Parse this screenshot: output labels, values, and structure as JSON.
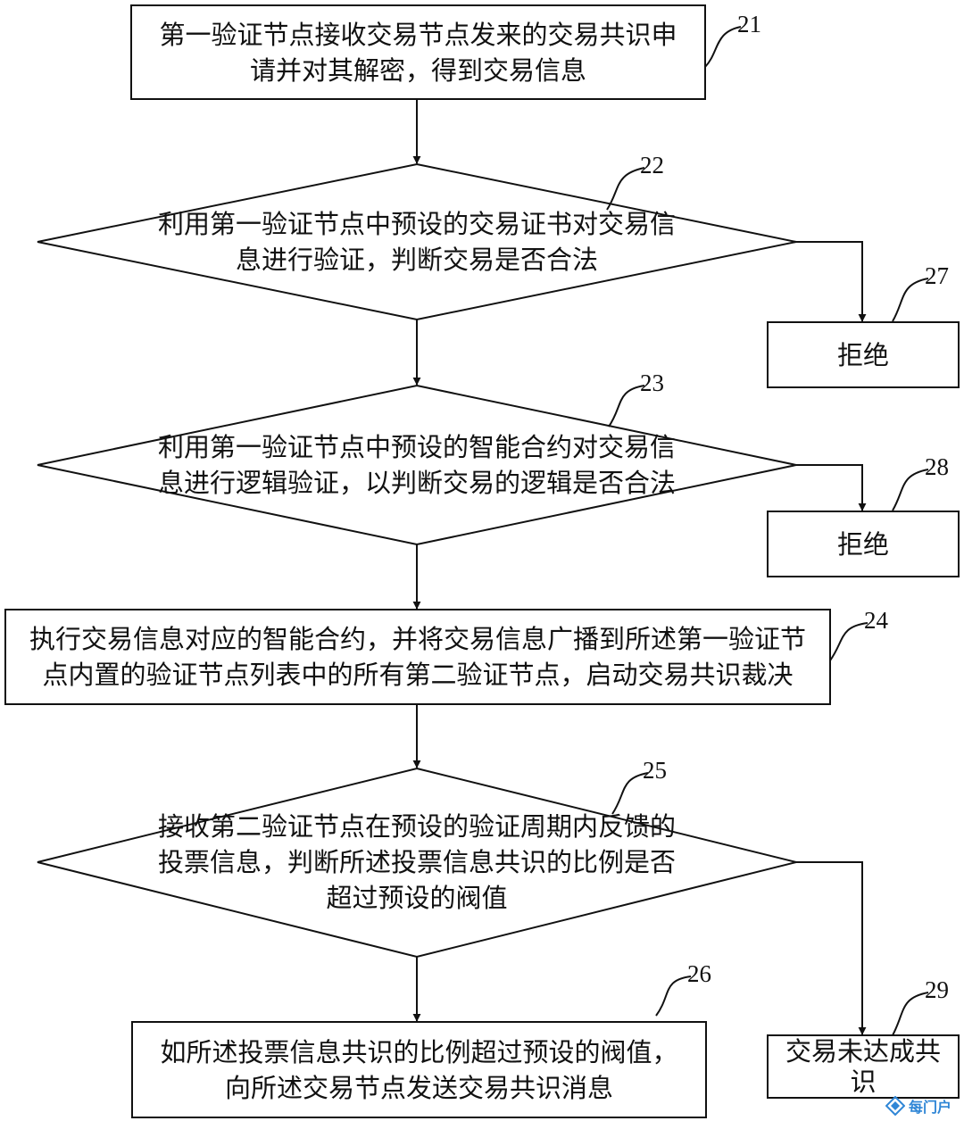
{
  "steps": {
    "s21": {
      "label": "21",
      "lines": [
        "第一验证节点接收交易节点发来的交易共识申",
        "请并对其解密，得到交易信息"
      ]
    },
    "s22": {
      "label": "22",
      "lines": [
        "利用第一验证节点中预设的交易证书对交易信",
        "息进行验证，判断交易是否合法"
      ]
    },
    "s23": {
      "label": "23",
      "lines": [
        "利用第一验证节点中预设的智能合约对交易信",
        "息进行逻辑验证，以判断交易的逻辑是否合法"
      ]
    },
    "s24": {
      "label": "24",
      "lines": [
        "执行交易信息对应的智能合约，并将交易信息广播到所述第一验证节",
        "点内置的验证节点列表中的所有第二验证节点，启动交易共识裁决"
      ]
    },
    "s25": {
      "label": "25",
      "lines": [
        "接收第二验证节点在预设的验证周期内反馈的",
        "投票信息，判断所述投票信息共识的比例是否",
        "超过预设的阀值"
      ]
    },
    "s26": {
      "label": "26",
      "lines": [
        "如所述投票信息共识的比例超过预设的阀值，",
        "向所述交易节点发送交易共识消息"
      ]
    },
    "s27": {
      "label": "27",
      "lines": [
        "拒绝"
      ]
    },
    "s28": {
      "label": "28",
      "lines": [
        "拒绝"
      ]
    },
    "s29": {
      "label": "29",
      "lines": [
        "交易未达成共",
        "识"
      ]
    }
  },
  "watermark": {
    "text": "每门户",
    "icon": "diamond-logo-icon",
    "color": "#2f86d6"
  },
  "colors": {
    "stroke": "#111111",
    "background": "#ffffff"
  }
}
